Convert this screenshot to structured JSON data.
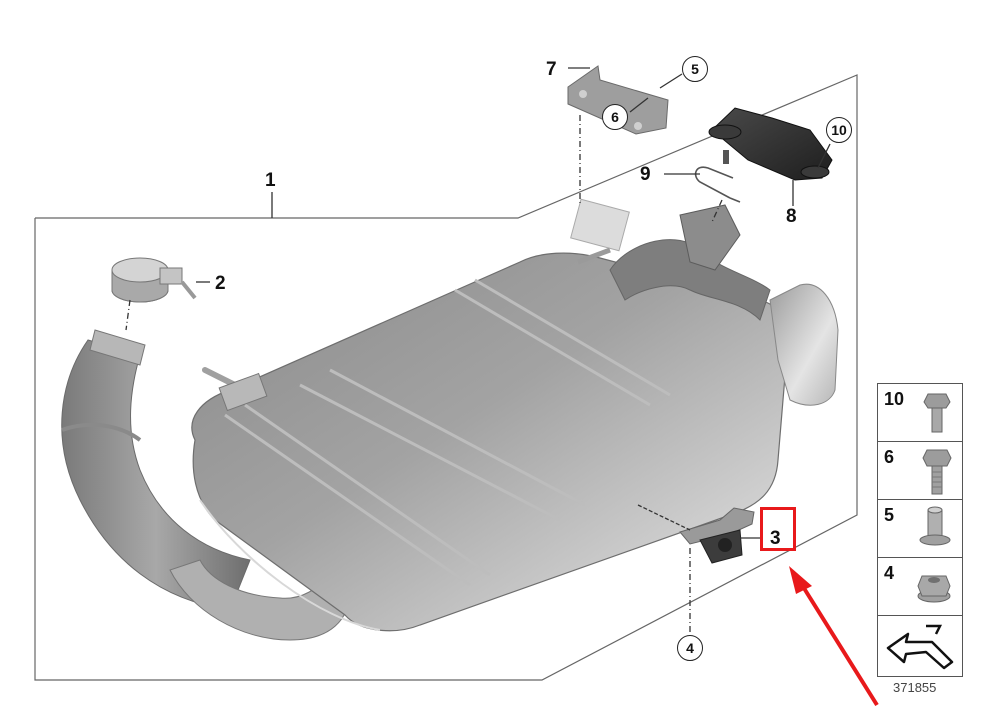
{
  "diagram": {
    "type": "exploded-parts-view",
    "subject": "Rear silencer / muffler assembly with exhaust flap actuator",
    "callouts": [
      {
        "id": "1",
        "label": "1",
        "style": "plain"
      },
      {
        "id": "2",
        "label": "2",
        "style": "plain"
      },
      {
        "id": "3",
        "label": "3",
        "style": "plain",
        "highlighted": true
      },
      {
        "id": "4",
        "label": "4",
        "style": "circled"
      },
      {
        "id": "5",
        "label": "5",
        "style": "circled"
      },
      {
        "id": "6",
        "label": "6",
        "style": "circled"
      },
      {
        "id": "7",
        "label": "7",
        "style": "plain"
      },
      {
        "id": "8",
        "label": "8",
        "style": "plain"
      },
      {
        "id": "9",
        "label": "9",
        "style": "plain"
      },
      {
        "id": "10",
        "label": "10",
        "style": "circled"
      }
    ],
    "legend": {
      "items": [
        {
          "num": "10",
          "icon": "flange-bolt-short-icon"
        },
        {
          "num": "6",
          "icon": "flange-bolt-long-icon"
        },
        {
          "num": "5",
          "icon": "rivet-nut-icon"
        },
        {
          "num": "4",
          "icon": "hex-flange-nut-icon"
        },
        {
          "num": "",
          "icon": "direction-arrow-icon"
        }
      ],
      "reference_number": "371855"
    },
    "annotation": {
      "highlight_target": "3",
      "highlight_color": "#e8191b",
      "arrow_color": "#e8191b"
    },
    "colors": {
      "line": "#555555",
      "muffler_dark": "#7d7d7d",
      "muffler_light": "#c9c9c9",
      "actuator": "#2b2b2b"
    }
  }
}
